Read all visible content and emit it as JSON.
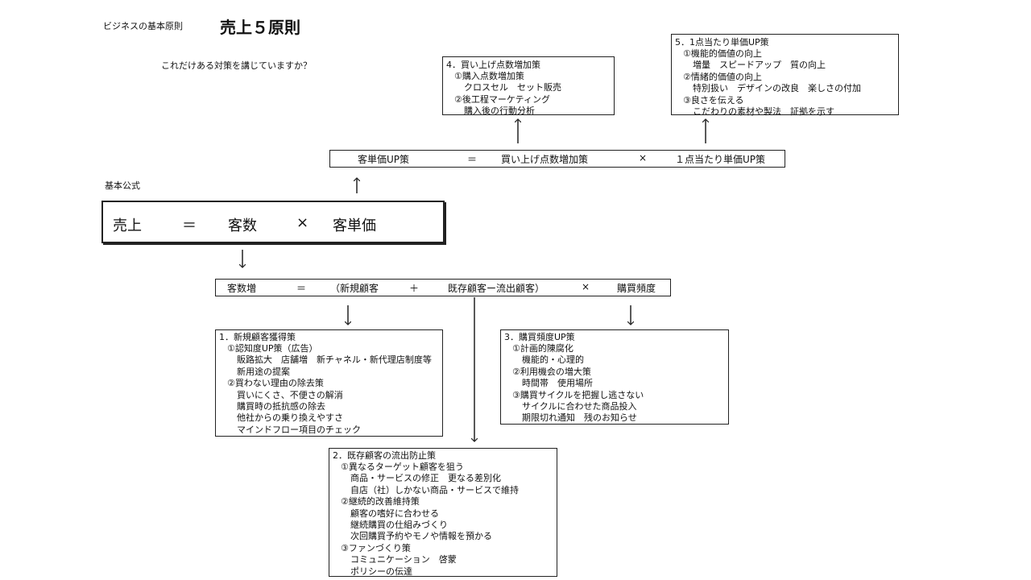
{
  "header": {
    "subtitle": "ビジネスの基本原則",
    "title": "売上５原則",
    "question": "これだけある対策を講じていますか？"
  },
  "basic_formula": {
    "label": "基本公式",
    "sales": "売上",
    "eq": "＝",
    "customers": "客数",
    "times": "×",
    "unit_price": "客単価"
  },
  "unit_price_formula": {
    "lhs": "客単価UP策",
    "eq": "＝",
    "term1": "買い上げ点数増加策",
    "times": "×",
    "term2": "１点当たり単価UP策"
  },
  "customer_formula": {
    "lhs": "客数増",
    "eq": "＝",
    "term1": "（新規顧客",
    "plus": "＋",
    "term2": "既存顧客ー流出顧客）",
    "times": "×",
    "term3": "購買頻度"
  },
  "boxes": {
    "box1": {
      "title": "1．新規顧客獲得策",
      "lines": [
        {
          "t": "①認知度UP策（広告）",
          "lvl": 1
        },
        {
          "t": "販路拡大　店舗増　新チャネル・新代理店制度等",
          "lvl": 2
        },
        {
          "t": "新用途の提案",
          "lvl": 2
        },
        {
          "t": "②買わない理由の除去策",
          "lvl": 1
        },
        {
          "t": "買いにくさ、不便さの解消",
          "lvl": 2
        },
        {
          "t": "購買時の抵抗感の除去",
          "lvl": 2
        },
        {
          "t": "他社からの乗り換えやすさ",
          "lvl": 2
        },
        {
          "t": "マインドフロー項目のチェック",
          "lvl": 2
        }
      ]
    },
    "box2": {
      "title": "2．既存顧客の流出防止策",
      "lines": [
        {
          "t": "①異なるターゲット顧客を狙う",
          "lvl": 1
        },
        {
          "t": "商品・サービスの修正　更なる差別化",
          "lvl": 2
        },
        {
          "t": "自店（社）しかない商品・サービスで維持",
          "lvl": 2
        },
        {
          "t": "②継続的改善維持策",
          "lvl": 1
        },
        {
          "t": "顧客の嗜好に合わせる",
          "lvl": 2
        },
        {
          "t": "継続購買の仕組みづくり",
          "lvl": 2
        },
        {
          "t": "次回購買予約やモノや情報を預かる",
          "lvl": 2
        },
        {
          "t": "③ファンづくり策",
          "lvl": 1
        },
        {
          "t": "コミュニケーション　啓蒙",
          "lvl": 2
        },
        {
          "t": "ポリシーの伝達",
          "lvl": 2
        }
      ]
    },
    "box3": {
      "title": "3．購買頻度UP策",
      "lines": [
        {
          "t": "①計画的陳腐化",
          "lvl": 1
        },
        {
          "t": "機能的・心理的",
          "lvl": 2
        },
        {
          "t": "②利用機会の増大策",
          "lvl": 1
        },
        {
          "t": "時間帯　使用場所",
          "lvl": 2
        },
        {
          "t": "③購買サイクルを把握し逃さない",
          "lvl": 1
        },
        {
          "t": "サイクルに合わせた商品投入",
          "lvl": 2
        },
        {
          "t": "期限切れ通知　残のお知らせ",
          "lvl": 2
        }
      ]
    },
    "box4": {
      "title": "4．買い上げ点数増加策",
      "lines": [
        {
          "t": "①購入点数増加策",
          "lvl": 1
        },
        {
          "t": "クロスセル　セット販売",
          "lvl": 2
        },
        {
          "t": "②後工程マーケティング",
          "lvl": 1
        },
        {
          "t": "購入後の行動分析",
          "lvl": 2
        }
      ]
    },
    "box5": {
      "title": "5．1点当たり単価UP策",
      "lines": [
        {
          "t": "①機能的価値の向上",
          "lvl": 1
        },
        {
          "t": "増量　スピードアップ　質の向上",
          "lvl": 2
        },
        {
          "t": "②情緒的価値の向上",
          "lvl": 1
        },
        {
          "t": "特別扱い　デザインの改良　楽しさの付加",
          "lvl": 2
        },
        {
          "t": "③良さを伝える",
          "lvl": 1
        },
        {
          "t": "こだわりの素材や製法　証拠を示す",
          "lvl": 2
        }
      ]
    }
  },
  "colors": {
    "line": "#222222",
    "text": "#111111",
    "background": "#ffffff"
  }
}
